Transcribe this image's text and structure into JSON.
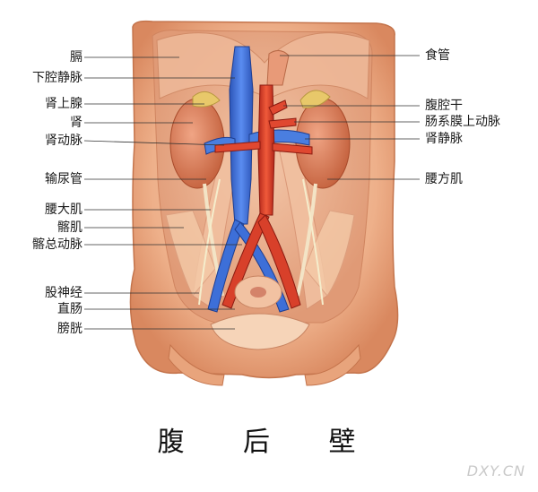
{
  "diagram": {
    "caption": "腹 后 壁",
    "watermark": "DXY.CN",
    "labels_left": [
      "膈",
      "下腔静脉",
      "肾上腺",
      "肾",
      "肾动脉",
      "输尿管",
      "腰大肌",
      "髂肌",
      "髂总动脉",
      "股神经",
      "直肠",
      "膀胱"
    ],
    "labels_right": [
      "食管",
      "腹腔干",
      "肠系膜上动脉",
      "肾静脉",
      "腰方肌"
    ]
  },
  "colors": {
    "vein": "#3d6fd8",
    "artery": "#d8402a",
    "muscle": "#e8a074",
    "skin": "#f2b98e",
    "kidney": "#d77a52",
    "adrenal": "#e8c86a"
  }
}
